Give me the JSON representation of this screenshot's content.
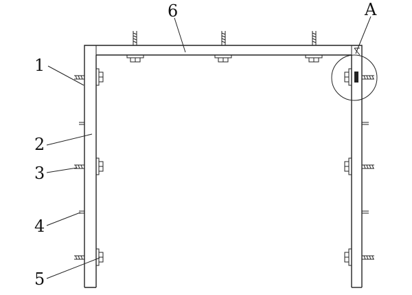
{
  "labels": {
    "frame_post": "1",
    "inner_plate": "2",
    "threaded_bolt": "3",
    "pin": "4",
    "nut_assembly": "5",
    "top_beam": "6",
    "detail_a": "A"
  }
}
